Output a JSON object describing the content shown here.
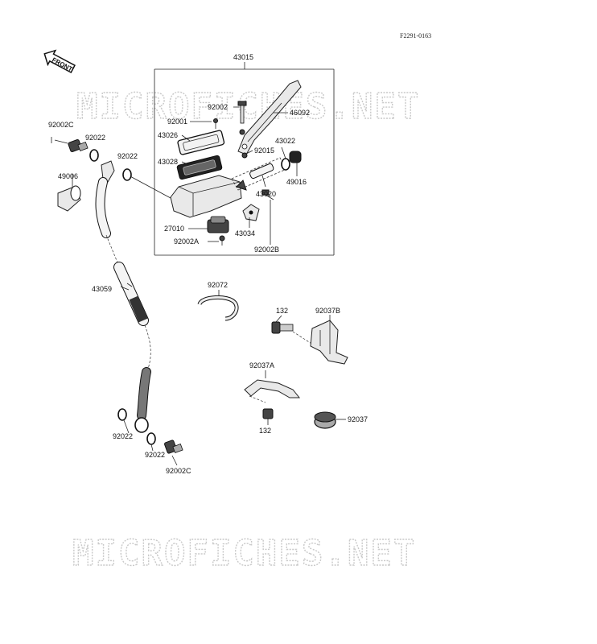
{
  "diagram_code": "F2291-0163",
  "front_label": "FRONT",
  "watermark": "MICROFICHES.NET",
  "labels": {
    "assembly": "43015",
    "bolt_top": "92002",
    "screw_small": "92001",
    "lever": "46092",
    "cap": "43026",
    "diaphragm": "43028",
    "pin": "92015",
    "seal": "43022",
    "boot": "49016",
    "piston": "43020",
    "clamp_bracket": "27010",
    "bolt_a": "92002A",
    "holder": "43034",
    "bolt_b": "92002B",
    "banjo_bolt_top": "92002C",
    "washer_top_left": "92022",
    "washer_mid": "92022",
    "cover": "49006",
    "hose": "43059",
    "band": "92072",
    "bolt_132_top": "132",
    "clamp_b": "92037B",
    "clamp_a": "92037A",
    "bolt_132_bottom": "132",
    "grommet": "92037",
    "washer_low_left": "92022",
    "washer_low_right": "92022",
    "banjo_bolt_bottom": "92002C"
  }
}
